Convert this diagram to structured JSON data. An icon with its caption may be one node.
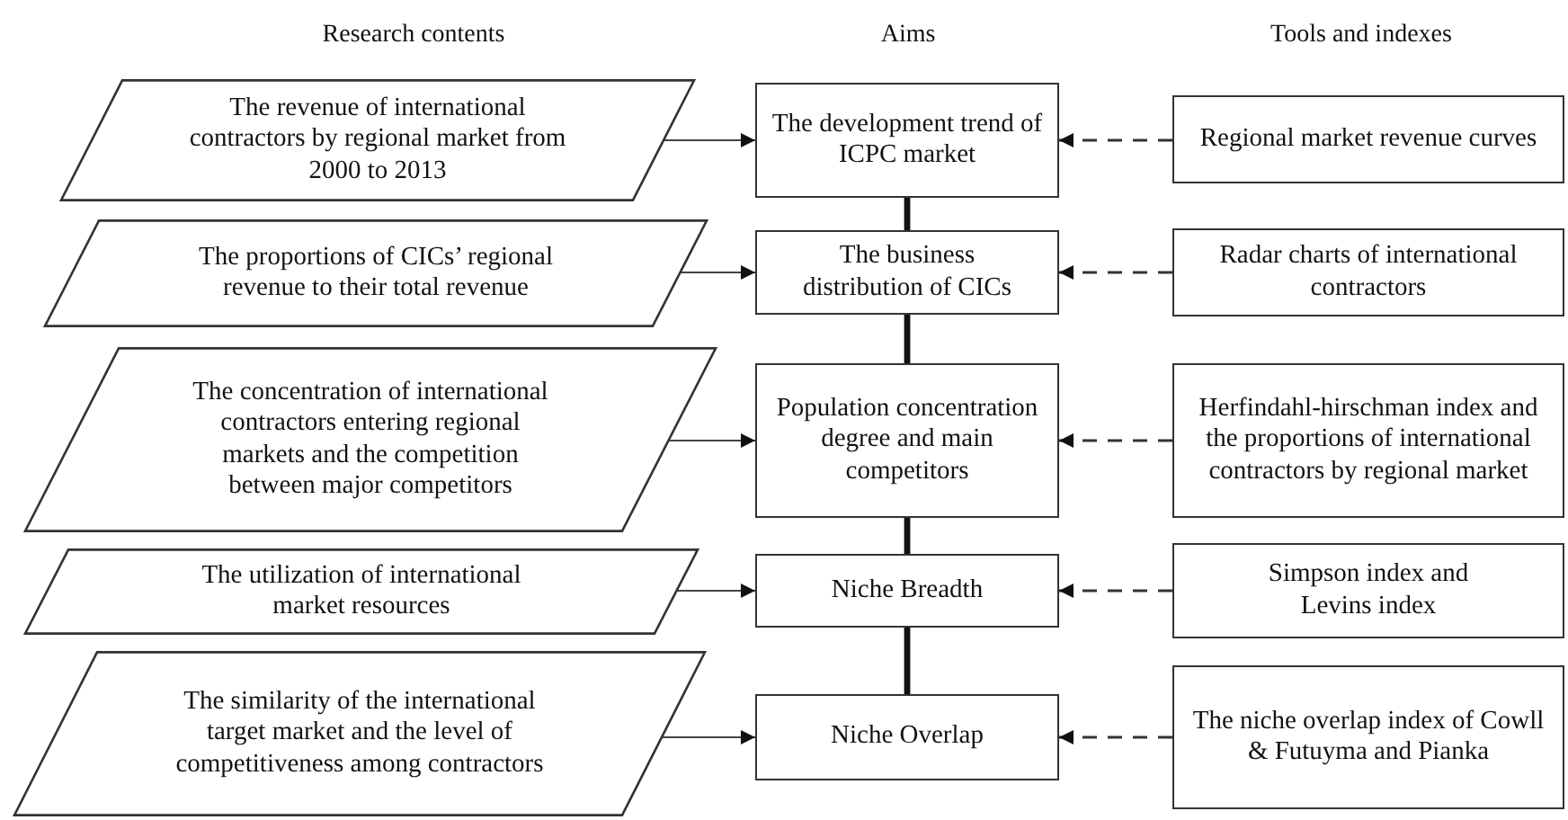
{
  "diagram": {
    "nodes": [
      {
        "text": [
          "The revenue of international contractors by regional market from 2000 to 2013"
        ]
      },
      {
        "text": [
          "The development trend of ICPC market"
        ]
      },
      {
        "text": [
          "Regional market revenue curves"
        ]
      },
      {
        "text": [
          "The proportions of CICs’ regional revenue to their total revenue"
        ]
      },
      {
        "text": [
          "The business distribution of CICs"
        ]
      },
      {
        "text": [
          "Radar charts of international contractors"
        ]
      },
      {
        "text": [
          "The concentration of international contractors entering regional markets and the competition between major competitors"
        ]
      },
      {
        "text": [
          "Population concentration degree and main competitors"
        ]
      },
      {
        "text": [
          "Herfindahl-hirschman index and the proportions of international contractors by regional market"
        ]
      },
      {
        "text": [
          "The utilization of international market resources"
        ]
      },
      {
        "text": [
          "Niche Breadth"
        ]
      },
      {
        "text": [
          "Simpson index and Levins index"
        ]
      },
      {
        "text": [
          "The similarity of the international target market and the level of competitiveness among contractors"
        ]
      },
      {
        "text": [
          "Niche Overlap"
        ]
      },
      {
        "text": [
          "The niche overlap index of Cowll & Futuyma and Pianka"
        ]
      }
    ],
    "edges": [
      {
        "from": 0,
        "to": 1,
        "arrow": "to"
      },
      {
        "from": 2,
        "to": 1,
        "arrow": "to",
        "style": "dashed"
      },
      {
        "from": 3,
        "to": 4,
        "arrow": "to"
      },
      {
        "from": 5,
        "to": 4,
        "arrow": "to",
        "style": "dashed"
      },
      {
        "from": 6,
        "to": 7,
        "arrow": "to"
      },
      {
        "from": 8,
        "to": 7,
        "arrow": "to",
        "style": "dashed"
      },
      {
        "from": 9,
        "to": 10,
        "arrow": "to"
      },
      {
        "from": 11,
        "to": 10,
        "arrow": "to",
        "style": "dashed"
      },
      {
        "from": 12,
        "to": 13,
        "arrow": "to"
      },
      {
        "from": 14,
        "to": 13,
        "arrow": "to",
        "style": "dashed"
      },
      {
        "from": 1,
        "to": 4,
        "arrow": "none",
        "style": "thick"
      },
      {
        "from": 4,
        "to": 7,
        "arrow": "none",
        "style": "thick"
      },
      {
        "from": 7,
        "to": 10,
        "arrow": "none",
        "style": "thick"
      },
      {
        "from": 10,
        "to": 13,
        "arrow": "none",
        "style": "thick"
      }
    ],
    "labels": [
      "Research contents",
      "Aims",
      "Tools and indexes"
    ]
  }
}
